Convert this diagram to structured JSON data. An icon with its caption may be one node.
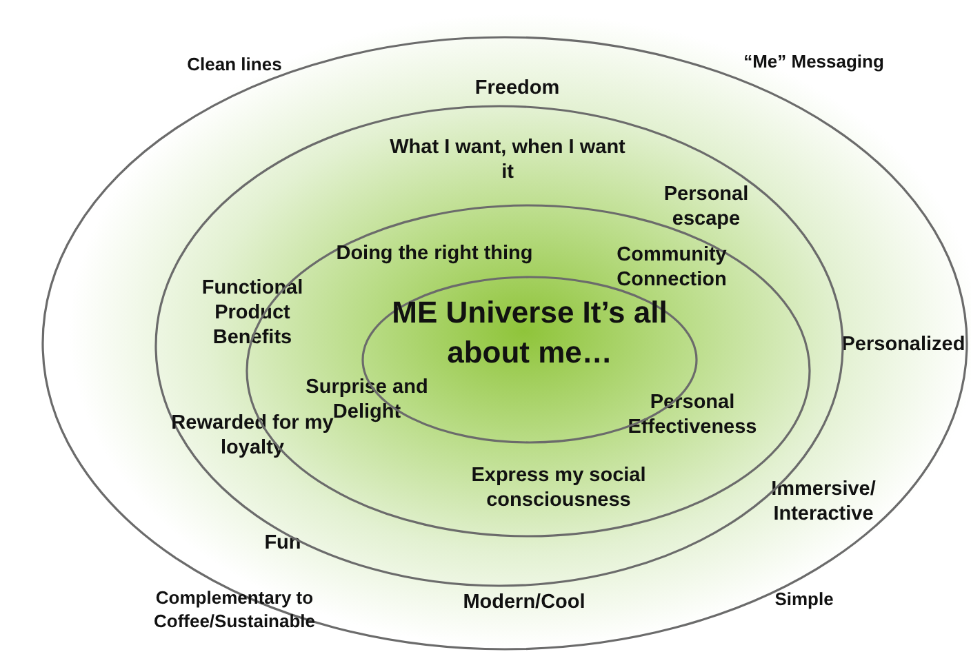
{
  "diagram": {
    "nodes": [
      {
        "text": [
          "Freedom",
          "Personalized",
          "Immersive/ Interactive",
          "Fun",
          "Modern/Cool"
        ]
      },
      {
        "text": [
          "What I want, when I want it",
          "Personal escape",
          "Functional Product Benefits",
          "Rewarded for my loyalty"
        ],
        "in": 0
      },
      {
        "text": [
          "Doing the right thing",
          "Community Connection",
          "Surprise and Delight",
          "Personal Effectiveness",
          "Express my social consciousness"
        ],
        "in": 1
      },
      {
        "text": [
          "ME Universe It’s all about me…"
        ],
        "in": 2
      }
    ],
    "edges": [],
    "labels": [
      "Clean lines",
      "“Me” Messaging",
      "Complementary to Coffee/Sustainable",
      "Simple"
    ]
  }
}
